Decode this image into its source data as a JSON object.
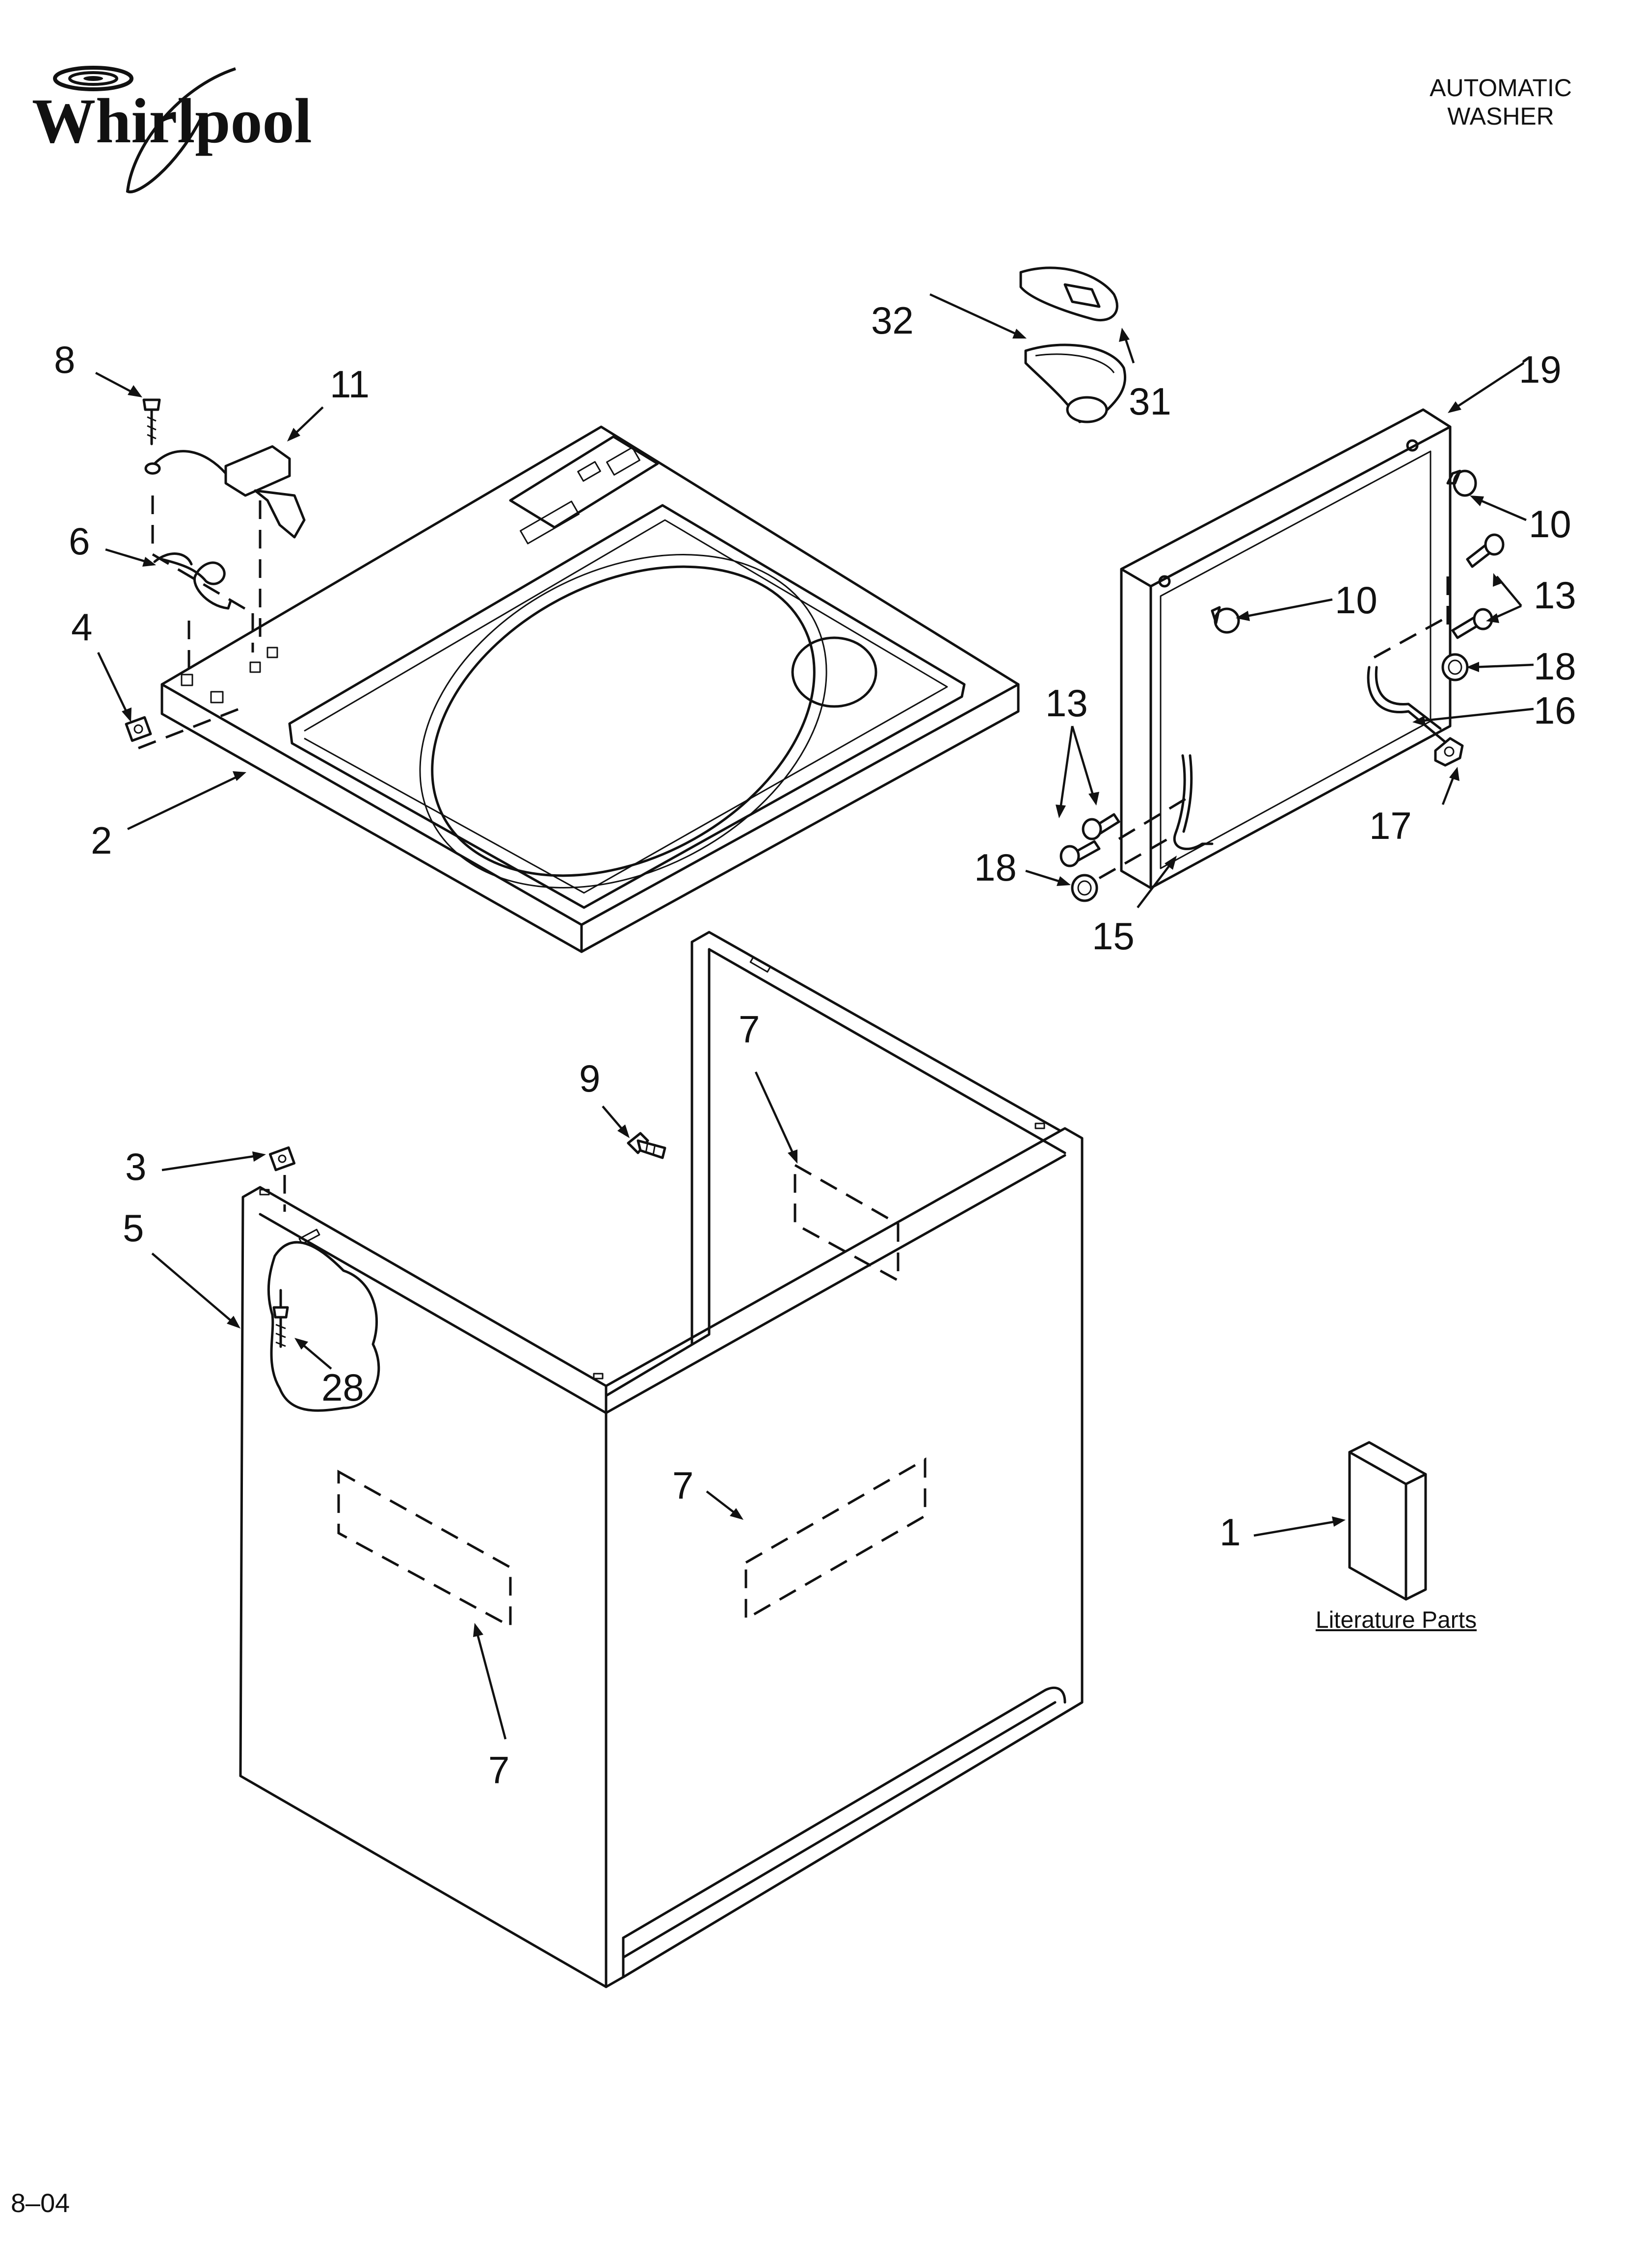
{
  "brand": {
    "name": "Whirlpool"
  },
  "header": {
    "line1": "AUTOMATIC",
    "line2": "WASHER"
  },
  "footer": {
    "code": "8–04"
  },
  "literature": {
    "caption": "Literature Parts"
  },
  "callouts": [
    "1",
    "2",
    "3",
    "4",
    "5",
    "6",
    "7",
    "8",
    "9",
    "10",
    "11",
    "13",
    "15",
    "16",
    "17",
    "18",
    "19",
    "28",
    "31",
    "32"
  ]
}
